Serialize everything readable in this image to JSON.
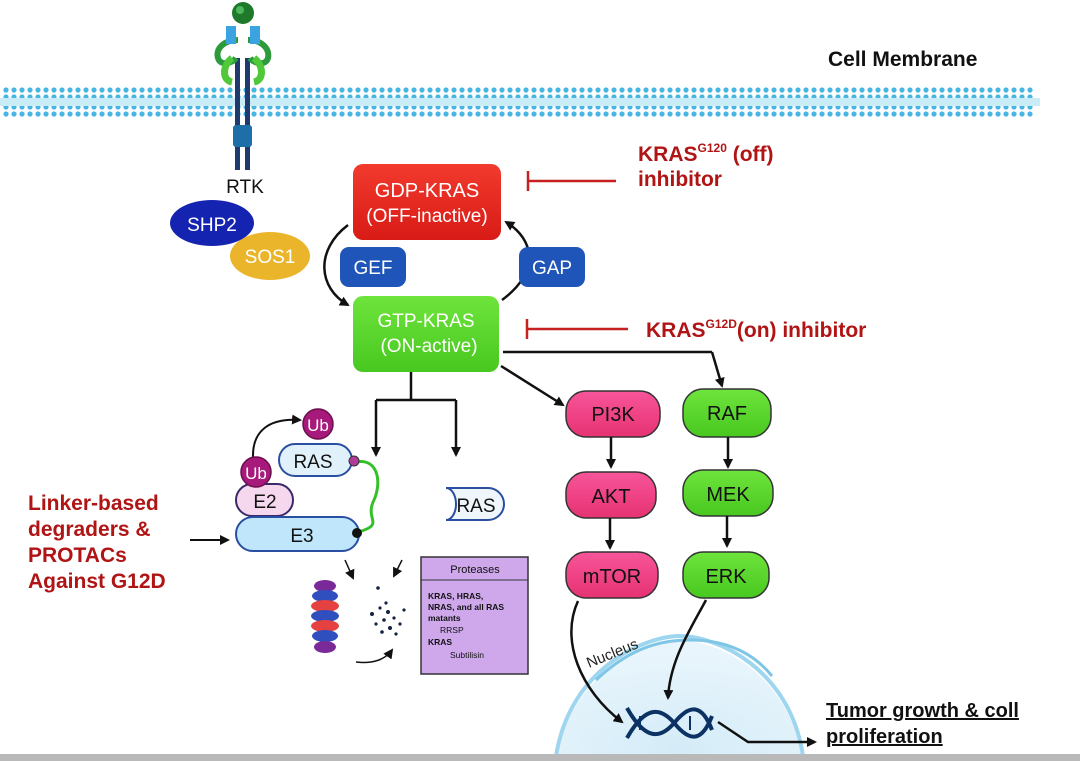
{
  "membrane": {
    "label": "Cell Membrane"
  },
  "receptor": {
    "label": "RTK"
  },
  "adaptors": {
    "shp2": "SHP2",
    "sos1": "SOS1"
  },
  "kras_cycle": {
    "gdp_line1": "GDP-KRAS",
    "gdp_line2": "(OFF-inactive)",
    "gtp_line1": "GTP-KRAS",
    "gtp_line2": "(ON-active)",
    "gef": "GEF",
    "gap": "GAP"
  },
  "inhibitors": {
    "off_prefix": "KRAS",
    "off_sup": "G120",
    "off_suffix": " (off)",
    "off_line2": "inhibitor",
    "on_prefix": "KRAS",
    "on_sup": "G12D",
    "on_suffix": "(on) inhibitor"
  },
  "pi3k_path": {
    "a": "PI3K",
    "b": "AKT",
    "c": "mTOR"
  },
  "mapk_path": {
    "a": "RAF",
    "b": "MEK",
    "c": "ERK"
  },
  "degradation": {
    "ub_top": "Ub",
    "ub_left": "Ub",
    "ras_bound": "RAS",
    "e2": "E2",
    "e3": "E3",
    "ras_free": "RAS",
    "degraders_lines": [
      "Linker-based",
      "degraders &",
      "PROTACs",
      "Against G12D"
    ]
  },
  "proteases_box": {
    "title": "Proteases",
    "lines": [
      "KRAS, HRAS,",
      "NRAS, and all RAS",
      "matants",
      "RRSP",
      "KRAS",
      "Subtilisin"
    ]
  },
  "nucleus": {
    "label": "Nucleus"
  },
  "outcome": {
    "line1": "Tumor growth & coll",
    "line2": "proliferation"
  },
  "colors": {
    "dark_red": "#b01414",
    "red_box": "#e8231f",
    "green_box": "#56d62a",
    "blue_box": "#1f4fb8",
    "pink_box": "#f0407f",
    "purple_ub": "#b0197a",
    "membrane_blue": "#47b6e3"
  }
}
